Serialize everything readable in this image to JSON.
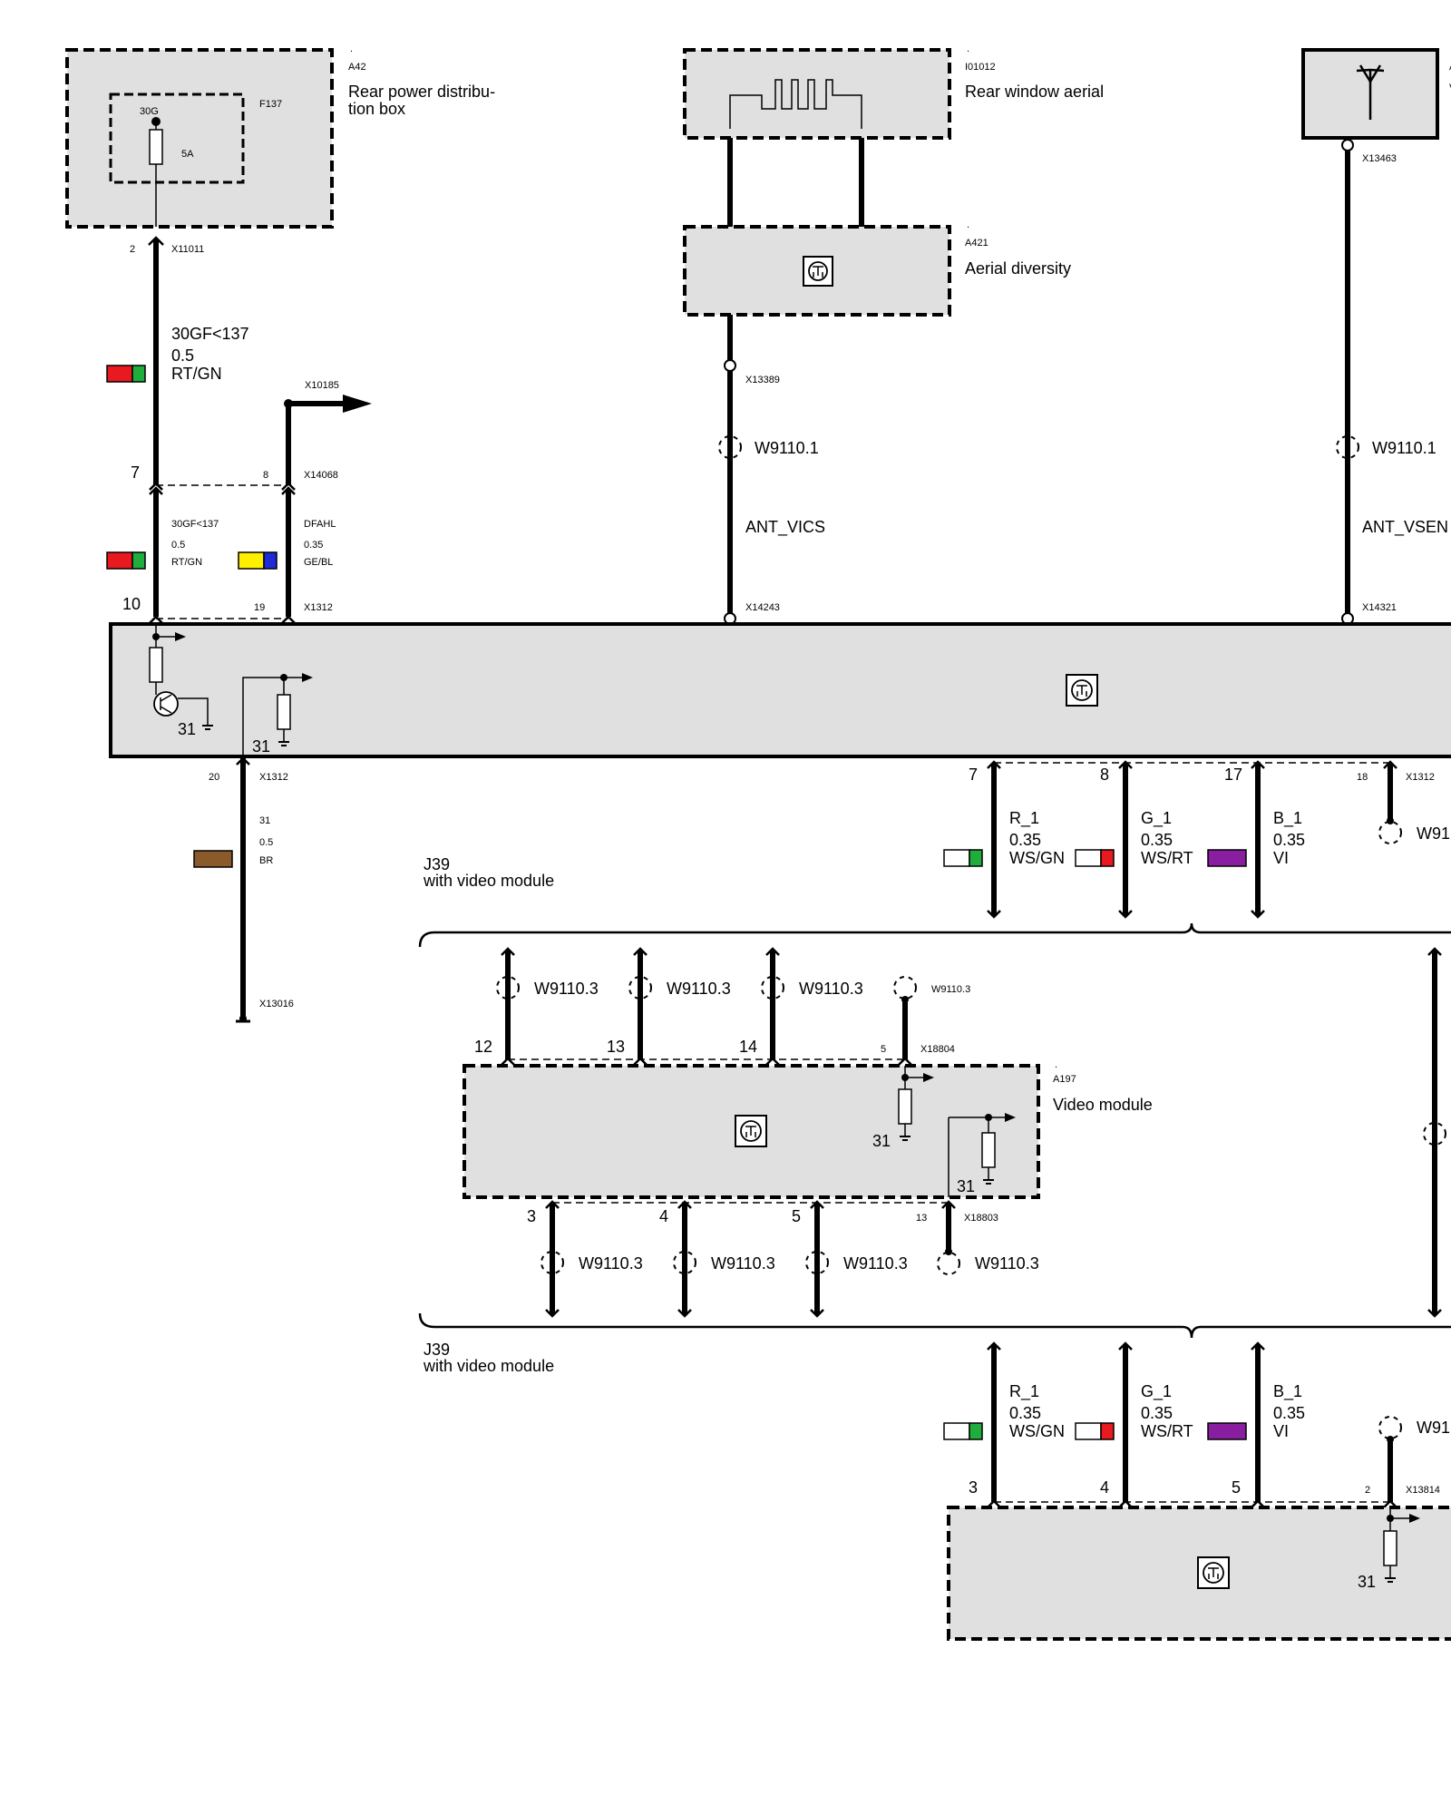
{
  "components": {
    "a42": {
      "dot": ".",
      "id": "A42",
      "name_1": "Rear power distribu-",
      "name_2": "tion box"
    },
    "f137": {
      "id": "F137",
      "terminal": "30G",
      "rating": "5A"
    },
    "i01012": {
      "dot": ".",
      "id": "I01012",
      "name": "Rear window aerial"
    },
    "a421": {
      "dot": ".",
      "id": "A421",
      "name": "Aerial diversity"
    },
    "a197": {
      "dot": ".",
      "id": "A197",
      "name": "Video module"
    },
    "antenna_right": {
      "id_fragment": "A",
      "name_fragment": "V"
    }
  },
  "connectors": {
    "x11011": "X11011",
    "x10185": "X10185",
    "x14068": "X14068",
    "x1312": "X1312",
    "x13389": "X13389",
    "x14243": "X14243",
    "x13463": "X13463",
    "x14321": "X14321",
    "x13016": "X13016",
    "x18804": "X18804",
    "x18803": "X18803",
    "x13814": "X13814"
  },
  "pins": {
    "a42_2": "2",
    "x14068_7": "7",
    "x14068_8": "8",
    "x1312_10": "10",
    "x1312_19": "19",
    "x1312_20": "20",
    "x1312_7": "7",
    "x1312_8": "8",
    "x1312_17": "17",
    "x1312_18": "18",
    "vm_12": "12",
    "vm_13": "13",
    "vm_14": "14",
    "vm_5": "5",
    "vm_3": "3",
    "vm_4": "4",
    "vm_5b": "5",
    "vm_13b": "13",
    "lower_3": "3",
    "lower_4": "4",
    "lower_5": "5",
    "lower_2": "2"
  },
  "wires": {
    "w30g_top": {
      "signal": "30GF<137",
      "size": "0.5",
      "color": "RT/GN",
      "c1": "#e8191f",
      "c2": "#1fae3b"
    },
    "w30g_mid": {
      "signal": "30GF<137",
      "size": "0.5",
      "color": "RT/GN",
      "c1": "#e8191f",
      "c2": "#1fae3b"
    },
    "wdfahl": {
      "signal": "DFAHL",
      "size": "0.35",
      "color": "GE/BL",
      "c1": "#ffef00",
      "c2": "#1f2bd6"
    },
    "wgnd": {
      "signal": "31",
      "size": "0.5",
      "color": "BR",
      "c1": "#8b5a2b"
    },
    "r1": {
      "signal": "R_1",
      "size": "0.35",
      "color": "WS/GN",
      "c1": "#ffffff",
      "c2": "#1fae3b"
    },
    "g1": {
      "signal": "G_1",
      "size": "0.35",
      "color": "WS/RT",
      "c1": "#ffffff",
      "c2": "#e8191f"
    },
    "b1": {
      "signal": "B_1",
      "size": "0.35",
      "color": "VI",
      "c1": "#8a1ea0"
    },
    "r1b": {
      "signal": "R_1",
      "size": "0.35",
      "color": "WS/GN",
      "c1": "#ffffff",
      "c2": "#1fae3b"
    },
    "g1b": {
      "signal": "G_1",
      "size": "0.35",
      "color": "WS/RT",
      "c1": "#ffffff",
      "c2": "#e8191f"
    },
    "b1b": {
      "signal": "B_1",
      "size": "0.35",
      "color": "VI",
      "c1": "#8a1ea0"
    },
    "ant_vics": "ANT_VICS",
    "ant_vsen": "ANT_VSEN"
  },
  "cables": {
    "w91101_a": "W9110.1",
    "w91101_b": "W9110.1",
    "w91_right_a": "W91",
    "w91_right_b": "W91",
    "w91103_12": "W9110.3",
    "w91103_13": "W9110.3",
    "w91103_14": "W9110.3",
    "w91103_5": "W9110.3",
    "w91103_3": "W9110.3",
    "w91103_4": "W9110.3",
    "w91103_5b": "W9110.3",
    "w91103_13b": "W9110.3"
  },
  "ground_labels": {
    "g1": "31",
    "g2": "31",
    "g3": "31",
    "g4": "31",
    "g5": "31"
  },
  "options": {
    "opt_top": {
      "code": "J39",
      "text": "with video module"
    },
    "opt_bottom": {
      "code": "J39",
      "text": "with video module"
    }
  }
}
